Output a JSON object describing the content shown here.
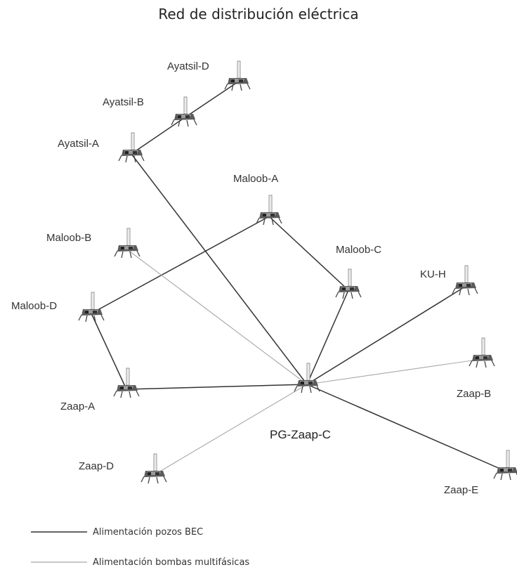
{
  "title": "Red de distribución eléctrica",
  "nodes": {
    "ayatsil_d": "Ayatsil-D",
    "ayatsil_b": "Ayatsil-B",
    "ayatsil_a": "Ayatsil-A",
    "maloob_a": "Maloob-A",
    "maloob_b": "Maloob-B",
    "maloob_c": "Maloob-C",
    "maloob_d": "Maloob-D",
    "ku_h": "KU-H",
    "zaap_a": "Zaap-A",
    "zaap_b": "Zaap-B",
    "pg_zaap_c": "PG-Zaap-C",
    "zaap_d": "Zaap-D",
    "zaap_e": "Zaap-E"
  },
  "connections": [
    {
      "from": "ayatsil_d",
      "to": "ayatsil_b",
      "type": "bec"
    },
    {
      "from": "ayatsil_b",
      "to": "ayatsil_a",
      "type": "bec"
    },
    {
      "from": "ayatsil_a",
      "to": "pg_zaap_c",
      "type": "bec"
    },
    {
      "from": "maloob_a",
      "to": "maloob_d",
      "type": "bec"
    },
    {
      "from": "maloob_a",
      "to": "maloob_c",
      "type": "bec"
    },
    {
      "from": "maloob_c",
      "to": "pg_zaap_c",
      "type": "bec"
    },
    {
      "from": "maloob_d",
      "to": "zaap_a",
      "type": "bec"
    },
    {
      "from": "zaap_a",
      "to": "pg_zaap_c",
      "type": "bec"
    },
    {
      "from": "ku_h",
      "to": "pg_zaap_c",
      "type": "bec"
    },
    {
      "from": "pg_zaap_c",
      "to": "zaap_e",
      "type": "bec"
    },
    {
      "from": "maloob_b",
      "to": "pg_zaap_c",
      "type": "multifasica"
    },
    {
      "from": "zaap_b",
      "to": "pg_zaap_c",
      "type": "multifasica"
    },
    {
      "from": "zaap_d",
      "to": "pg_zaap_c",
      "type": "multifasica"
    }
  ],
  "legend": {
    "bec": "Alimentación pozos BEC",
    "multifasica": "Alimentación bombas multifásicas"
  },
  "colors": {
    "bec": "#333333",
    "multifasica": "#a8a8a8"
  }
}
